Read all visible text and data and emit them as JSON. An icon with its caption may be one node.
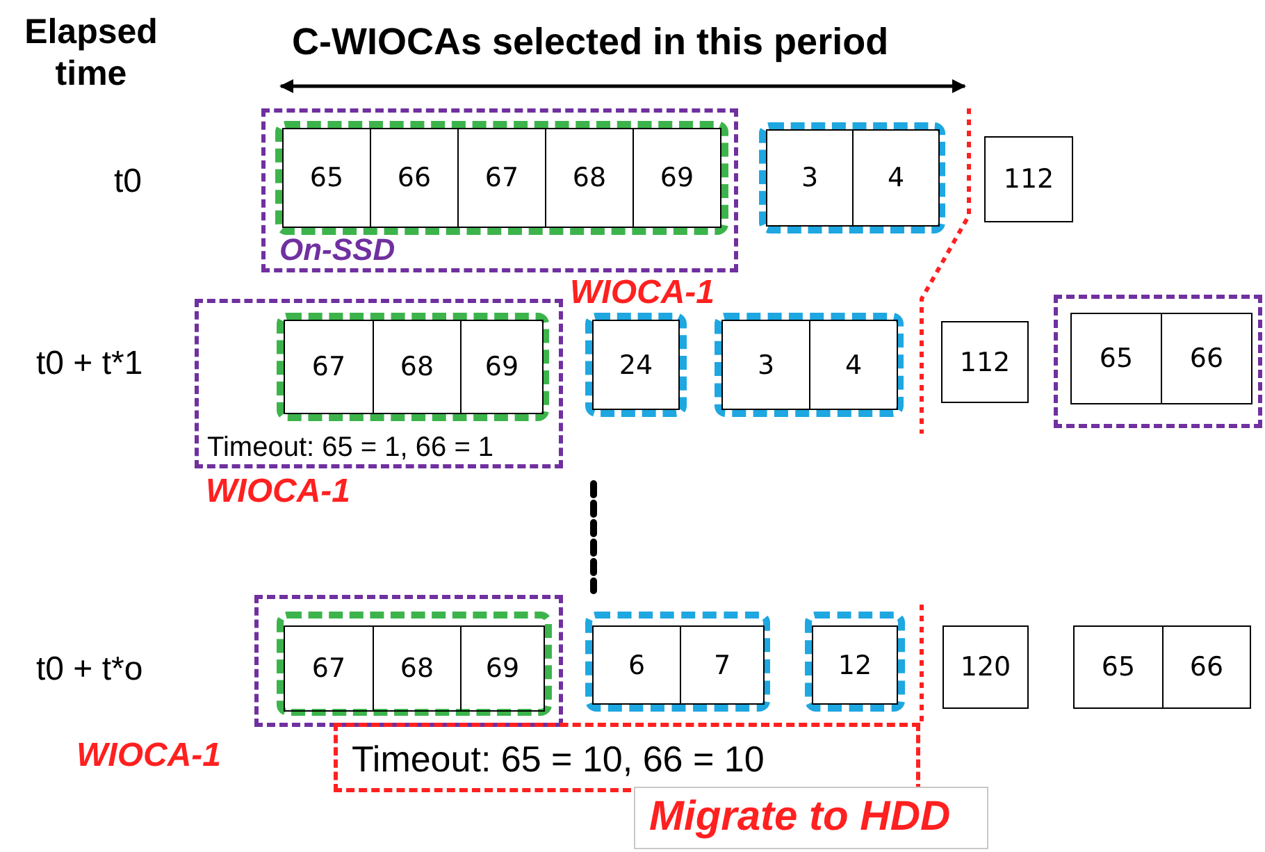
{
  "diagram": {
    "nodes": [
      {
        "text": [
          "On-SSD"
        ]
      },
      {
        "text": [],
        "shape": "box",
        "in": 0
      },
      {
        "text": [
          "65"
        ],
        "in": 1
      },
      {
        "text": [
          "66"
        ],
        "in": 1
      },
      {
        "text": [
          "67"
        ],
        "in": 1
      },
      {
        "text": [
          "68"
        ],
        "in": 1
      },
      {
        "text": [
          "69"
        ],
        "in": 1
      },
      {
        "text": [],
        "shape": "box"
      },
      {
        "text": [
          "3"
        ],
        "in": 7
      },
      {
        "text": [
          "4"
        ],
        "in": 7
      },
      {
        "text": [
          "112"
        ]
      },
      {
        "text": [
          "Timeout: 65 = 1, 66 = 1"
        ]
      },
      {
        "text": [],
        "shape": "box",
        "in": 11
      },
      {
        "text": [
          "67"
        ],
        "in": 12
      },
      {
        "text": [
          "68"
        ],
        "in": 12
      },
      {
        "text": [
          "69"
        ],
        "in": 12
      },
      {
        "text": [],
        "shape": "box"
      },
      {
        "text": [
          "24"
        ],
        "in": 16
      },
      {
        "text": [],
        "shape": "box"
      },
      {
        "text": [
          "3"
        ],
        "in": 18
      },
      {
        "text": [
          "4"
        ],
        "in": 18
      },
      {
        "text": [
          "112"
        ]
      },
      {
        "text": [],
        "shape": "box"
      },
      {
        "text": [
          "65"
        ],
        "in": 22
      },
      {
        "text": [
          "66"
        ],
        "in": 22
      },
      {
        "text": [],
        "shape": "box"
      },
      {
        "text": [],
        "shape": "box",
        "in": 25
      },
      {
        "text": [
          "67"
        ],
        "in": 26
      },
      {
        "text": [
          "68"
        ],
        "in": 26
      },
      {
        "text": [
          "69"
        ],
        "in": 26
      },
      {
        "text": [],
        "shape": "box"
      },
      {
        "text": [
          "6"
        ],
        "in": 30
      },
      {
        "text": [
          "7"
        ],
        "in": 30
      },
      {
        "text": [],
        "shape": "box"
      },
      {
        "text": [
          "12"
        ],
        "in": 33
      },
      {
        "text": [
          "120"
        ]
      },
      {
        "text": [
          "65"
        ]
      },
      {
        "text": [
          "66"
        ]
      },
      {
        "text": [
          "Timeout: 65 = 10, 66 = 10"
        ]
      },
      {
        "text": [
          "Migrate to HDD"
        ]
      }
    ],
    "labels": [
      "Elapsed time",
      "C-WIOCAs selected in this period",
      "t0",
      "WIOCA-1",
      "t0 + t*1",
      "WIOCA-1",
      "t0 + t*o",
      "WIOCA-1"
    ]
  }
}
